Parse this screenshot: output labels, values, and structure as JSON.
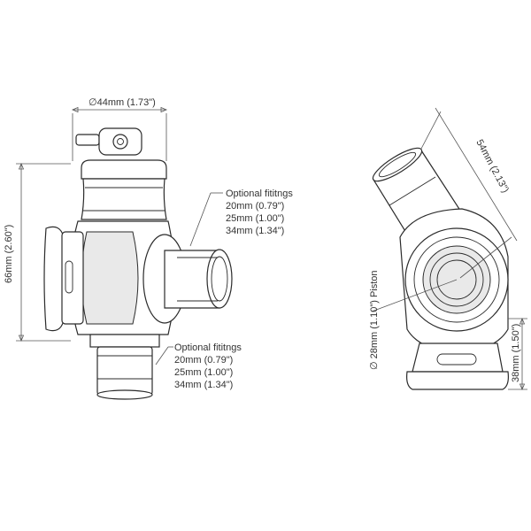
{
  "left_view": {
    "top_dim": "∅44mm (1.73\")",
    "height_dim": "66mm (2.60\")",
    "side_fittings": {
      "title": "Optional fititngs",
      "lines": [
        "20mm (0.79\")",
        "25mm (1.00\")",
        "34mm (1.34\")"
      ]
    },
    "bottom_fittings": {
      "title": "Optional fititngs",
      "lines": [
        "20mm (0.79\")",
        "25mm (1.00\")",
        "34mm (1.34\")"
      ]
    }
  },
  "right_view": {
    "diag_dim": "54mm (2.13\")",
    "piston_dim": "∅ 28mm (1.10\") Piston",
    "base_dim": "38mm (1.50\")"
  },
  "colors": {
    "line": "#2b2b2b",
    "shade": "#e9e9e9",
    "text": "#333333"
  }
}
